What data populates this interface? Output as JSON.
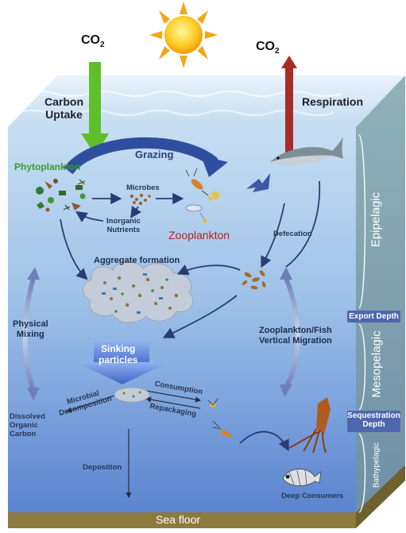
{
  "co2_in": {
    "main": "CO",
    "sub": "2"
  },
  "co2_out": {
    "main": "CO",
    "sub": "2"
  },
  "carbon_uptake": [
    "Carbon",
    "Uptake"
  ],
  "respiration": "Respiration",
  "grazing": "Grazing",
  "phytoplankton": "Phytoplankton",
  "microbes": "Microbes",
  "inorganic_nutrients": [
    "Inorganic",
    "Nutrients"
  ],
  "zooplankton": "Zooplankton",
  "defecation": "Defecation",
  "aggregate_formation": "Aggregate formation",
  "physical_mixing": [
    "Physical",
    "Mixing"
  ],
  "vertical_migration": [
    "Zooplankton/Fish",
    "Vertical Migration"
  ],
  "sinking_particles": [
    "Sinking",
    "particles"
  ],
  "microbial_decomposition": [
    "Microbial",
    "Decomposition"
  ],
  "consumption_repackaging": [
    "Consumption",
    "Repackaging"
  ],
  "dissolved_organic_carbon": [
    "Dissolved",
    "Organic",
    "Carbon"
  ],
  "deposition": "Deposition",
  "deep_consumers": "Deep Consumers",
  "sea_floor": "Sea floor",
  "zones": {
    "epipelagic": "Epipelagic",
    "mesopelagic": "Mesopelagic",
    "bathypelagic": "Bathypelagic"
  },
  "depths": {
    "export": "Export Depth",
    "sequestration": [
      "Sequestration",
      "Depth"
    ]
  },
  "colors": {
    "ocean_top": "#b9d6ef",
    "ocean_bottom": "#5d86d0",
    "side_panel": "#7f9fa8",
    "sea_floor": "#8c7a3e",
    "arrow_blue": "#3c5fa8",
    "uptake_green": "#5fbf2b",
    "respiration_red": "#a92c24",
    "phytoplankton_green": "#3a9a2f",
    "zooplankton_red": "#b8241e"
  },
  "icons": [
    "sun-icon",
    "fish-icon",
    "squid-icon",
    "deep-fish-icon",
    "copepod-icon"
  ]
}
